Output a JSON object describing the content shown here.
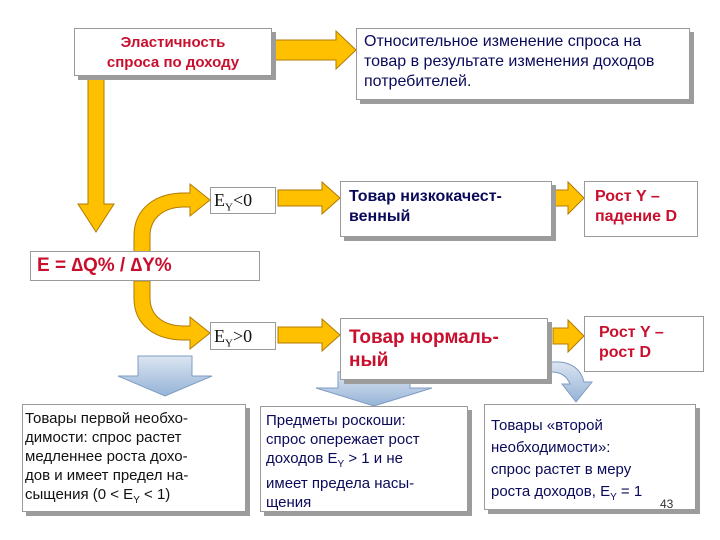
{
  "top_left": {
    "line1": "Эластичность",
    "line2": "спроса по доходу"
  },
  "top_right": {
    "line1": "Относительное изменение спроса на",
    "line2": "товар в результате изменения доходов",
    "line3": "потребителей."
  },
  "formula": "E = ∆Q% / ∆Y%",
  "ey_neg": {
    "prefix": "E",
    "sub": "Y",
    "suffix": "<0"
  },
  "ey_pos": {
    "prefix": "E",
    "sub": "Y",
    "suffix": ">0"
  },
  "inferior": {
    "line1": "Товар низкокачест-",
    "line2": "венный"
  },
  "inferior_note": {
    "line1": "Рост Y –",
    "line2": "падение D"
  },
  "normal": {
    "line1": "Товар нормаль-",
    "line2": "ный"
  },
  "normal_note": {
    "line1": "Рост Y –",
    "line2": "рост D"
  },
  "necessities": {
    "line1": "Товары первой необхо-",
    "line2": "димости: спрос растет",
    "line3": "медленнее роста дохо-",
    "line4": "дов и имеет предел на-",
    "line5a": "сыщения (0 < E",
    "line5sub": "Y",
    "line5b": " < 1)"
  },
  "luxury": {
    "line1": "Предметы роскоши:",
    "line2": "спрос опережает рост",
    "line3a": "доходов E",
    "line3sub": "Y",
    "line3b": " > 1 и не",
    "line4": "имеет предела насы-",
    "line5": "щения"
  },
  "second": {
    "line1": "Товары «второй",
    "line2": "необходимости»:",
    "line3": "спрос растет в меру",
    "line4a": "роста доходов, E",
    "line4sub": "Y",
    "line4b": " = 1"
  },
  "page_number": "43",
  "colors": {
    "arrow_fill": "#ffc000",
    "arrow_stroke": "#b07a00",
    "red": "#c8102e",
    "navy": "#0a0a5a",
    "down_arrow": "#b8cce4",
    "box_shadow": "#9c9c9c"
  }
}
